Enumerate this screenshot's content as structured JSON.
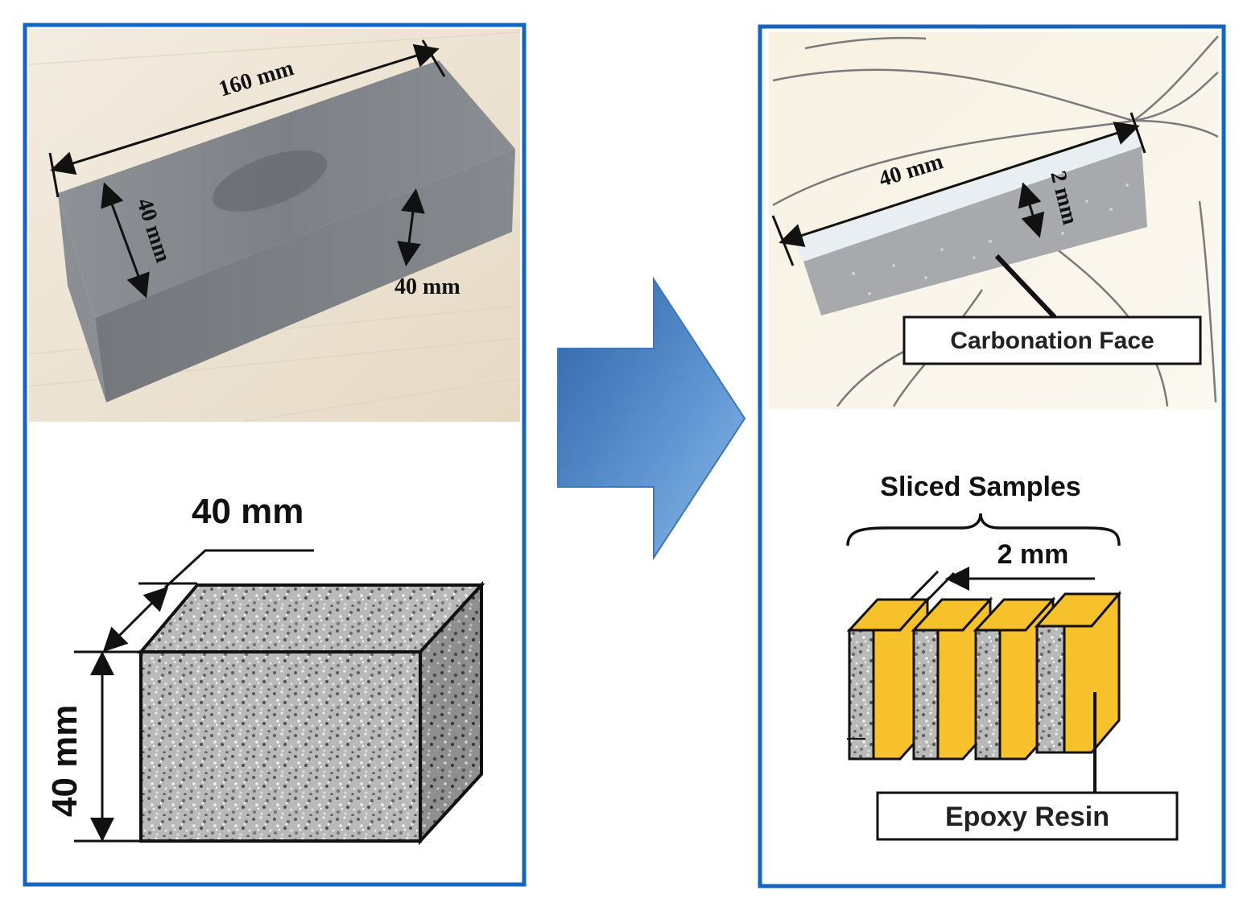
{
  "left_panel": {
    "photo": {
      "length_label": "160 mm",
      "width_label": "40 mm",
      "height_label": "40 mm"
    },
    "drawing": {
      "depth_label": "40 mm",
      "height_label": "40 mm"
    }
  },
  "right_panel": {
    "photo": {
      "width_label": "40 mm",
      "thickness_label": "2 mm",
      "callout_label": "Carbonation Face"
    },
    "drawing": {
      "group_label": "Sliced Samples",
      "spacing_label": "2 mm",
      "callout_label": "Epoxy Resin"
    }
  },
  "colors": {
    "panel_border": "#1565c0",
    "arrow_light": "#6fa3d6",
    "arrow_dark": "#2f63a8",
    "epoxy_yellow": "#f6c12a",
    "concrete_gray": "#8a8d91"
  }
}
